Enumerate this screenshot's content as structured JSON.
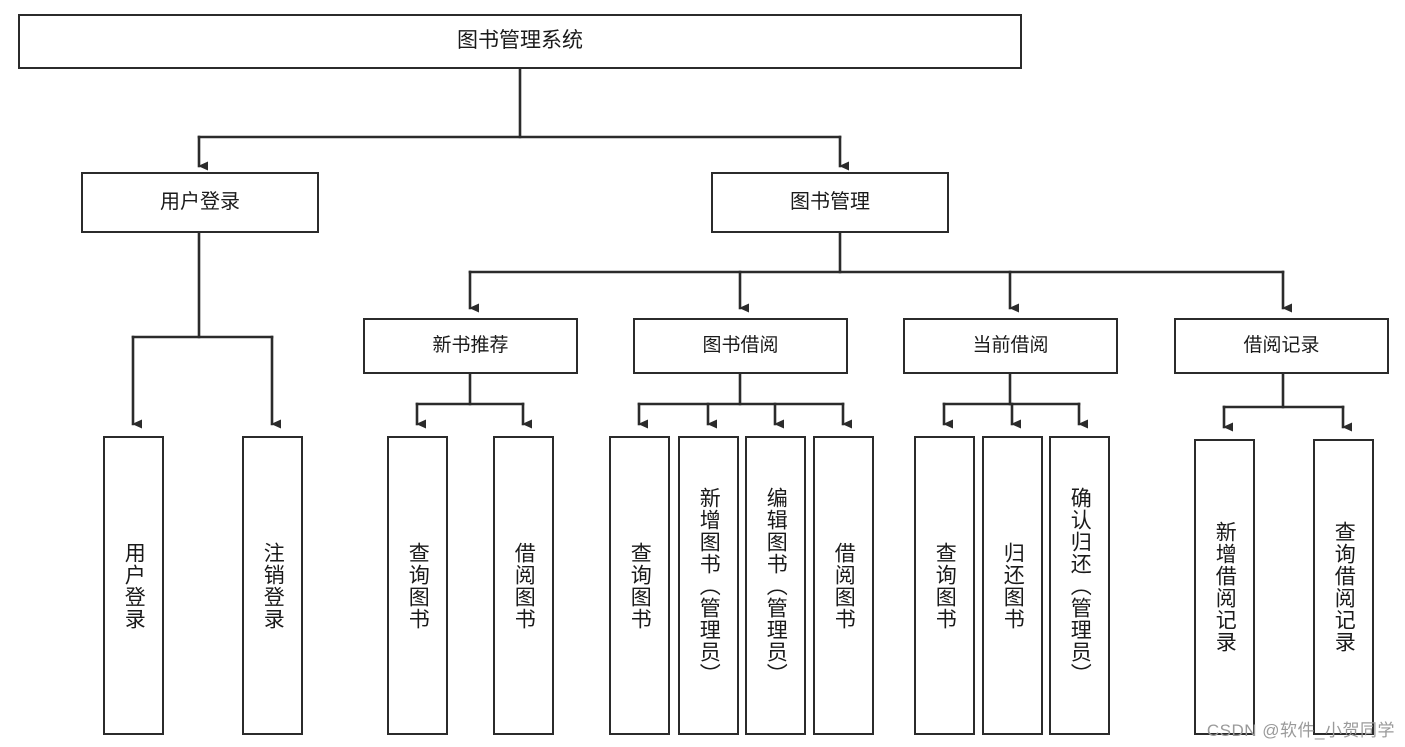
{
  "diagram": {
    "title": "图书管理系统",
    "type": "tree",
    "watermark": "CSDN @软件_小贺同学",
    "colors": {
      "box_border": "#2b2b2b",
      "box_fill": "#ffffff",
      "edge": "#2b2b2b",
      "text": "#1a1a1a",
      "watermark": "#9a9a9a",
      "background": "#ffffff"
    },
    "nodes": {
      "root": {
        "label": "图书管理系统"
      },
      "level1": [
        {
          "id": "user-login",
          "label": "用户登录"
        },
        {
          "id": "book-manage",
          "label": "图书管理"
        }
      ],
      "level2": [
        {
          "id": "new-book-recommend",
          "label": "新书推荐"
        },
        {
          "id": "book-borrow",
          "label": "图书借阅"
        },
        {
          "id": "current-borrow",
          "label": "当前借阅"
        },
        {
          "id": "borrow-record",
          "label": "借阅记录"
        }
      ],
      "leaves": {
        "user-login": [
          {
            "id": "leaf-user-login",
            "label": "用户登录"
          },
          {
            "id": "leaf-logout",
            "label": "注销登录"
          }
        ],
        "new-book-recommend": [
          {
            "id": "leaf-query-book-1",
            "label": "查询图书"
          },
          {
            "id": "leaf-borrow-book-1",
            "label": "借阅图书"
          }
        ],
        "book-borrow": [
          {
            "id": "leaf-query-book-2",
            "label": "查询图书"
          },
          {
            "id": "leaf-add-book",
            "label": "新增图书（管理员）"
          },
          {
            "id": "leaf-edit-book",
            "label": "编辑图书（管理员）"
          },
          {
            "id": "leaf-borrow-book-2",
            "label": "借阅图书"
          }
        ],
        "current-borrow": [
          {
            "id": "leaf-query-book-3",
            "label": "查询图书"
          },
          {
            "id": "leaf-return-book",
            "label": "归还图书"
          },
          {
            "id": "leaf-confirm-return",
            "label": "确认归还（管理员）"
          }
        ],
        "borrow-record": [
          {
            "id": "leaf-add-record",
            "label": "新增借阅记录"
          },
          {
            "id": "leaf-query-record",
            "label": "查询借阅记录"
          }
        ]
      }
    }
  }
}
